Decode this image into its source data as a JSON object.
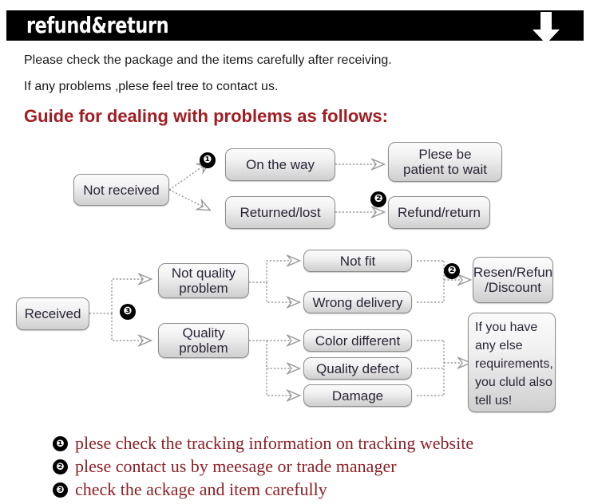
{
  "banner": {
    "title": "refund&return",
    "arrow_icon": "down-arrow-icon"
  },
  "intro": {
    "line1": "Please check the package and the items carefully after receiving.",
    "line2": "If any problems ,plese feel tree to contact us."
  },
  "guide_heading": "Guide for dealing with problems as follows:",
  "colors": {
    "banner_bg": "#000000",
    "heading_red": "#a11d22",
    "note_red": "#8c2026",
    "box_border": "#8d8d8d",
    "box_text": "#2b2436",
    "connector": "#9a9a9a"
  },
  "flow_not_received": {
    "source": "Not received",
    "branch_on_the_way": "On the way",
    "branch_returned_lost": "Returned/lost",
    "result_wait": "Plese be\npatient to wait",
    "result_refund": "Refund/return",
    "marker_1": "❶",
    "marker_2": "❷"
  },
  "flow_received": {
    "source": "Received",
    "marker_3": "❸",
    "marker_2": "❷",
    "category_not_quality": "Not quality\nproblem",
    "category_quality": "Quality\nproblem",
    "not_quality_items": [
      "Not fit",
      "Wrong delivery"
    ],
    "quality_items": [
      "Color different",
      "Quality defect",
      "Damage"
    ],
    "result_resend": "Resen/Refun\n/Discount",
    "result_contact": "If you have\nany else\nrequirements,\nyou cluld also\ntell us!"
  },
  "notes": [
    {
      "marker": "❶",
      "text": "plese check the tracking information on tracking website"
    },
    {
      "marker": "❷",
      "text": "plese contact us by meesage or trade manager"
    },
    {
      "marker": "❸",
      "text": "check the ackage and item carefully"
    }
  ]
}
